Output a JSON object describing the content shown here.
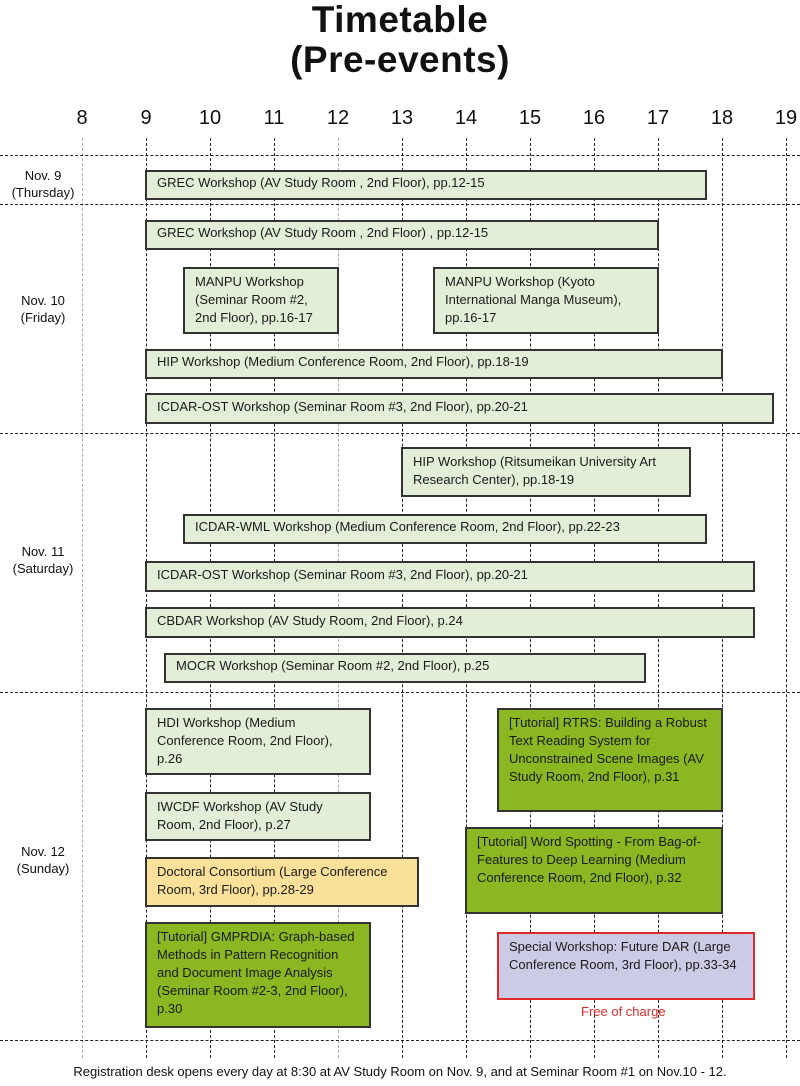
{
  "title": [
    "Timetable",
    "(Pre-events)"
  ],
  "chart_data": {
    "type": "gantt",
    "title": "Timetable (Pre-events)",
    "x_axis": {
      "ticks": [
        8,
        9,
        10,
        11,
        12,
        13,
        14,
        15,
        16,
        17,
        18,
        19
      ],
      "range": [
        8,
        19
      ],
      "unit": "hour"
    },
    "days": [
      {
        "label": [
          "Nov. 9",
          "(Thursday)"
        ]
      },
      {
        "label": [
          "Nov. 10",
          "(Friday)"
        ]
      },
      {
        "label": [
          "Nov. 11",
          "(Saturday)"
        ]
      },
      {
        "label": [
          "Nov. 12",
          "(Sunday)"
        ]
      }
    ],
    "events": [
      {
        "day": 0,
        "start": 9,
        "end": 17.75,
        "style": "light",
        "text": "GREC Workshop (AV Study Room , 2nd Floor), pp.12-15"
      },
      {
        "day": 1,
        "start": 9,
        "end": 17,
        "style": "light",
        "text": "GREC Workshop (AV Study Room , 2nd Floor) , pp.12-15"
      },
      {
        "day": 1,
        "start": 9.6,
        "end": 12,
        "style": "light",
        "text": "MANPU Workshop (Seminar Room #2, 2nd Floor), pp.16-17"
      },
      {
        "day": 1,
        "start": 13.5,
        "end": 17,
        "style": "light",
        "text": "MANPU Workshop (Kyoto International Manga Museum), pp.16-17"
      },
      {
        "day": 1,
        "start": 9,
        "end": 18,
        "style": "light",
        "text": "HIP Workshop (Medium Conference Room, 2nd Floor), pp.18-19"
      },
      {
        "day": 1,
        "start": 9,
        "end": 18.8,
        "style": "light",
        "text": "ICDAR-OST Workshop (Seminar Room #3, 2nd Floor), pp.20-21"
      },
      {
        "day": 2,
        "start": 13,
        "end": 17.5,
        "style": "light",
        "text": "HIP Workshop (Ritsumeikan University Art Research Center), pp.18-19"
      },
      {
        "day": 2,
        "start": 9.6,
        "end": 17.75,
        "style": "light",
        "text": "ICDAR-WML Workshop (Medium Conference Room, 2nd Floor), pp.22-23"
      },
      {
        "day": 2,
        "start": 9,
        "end": 18.5,
        "style": "light",
        "text": "ICDAR-OST Workshop (Seminar Room #3, 2nd Floor), pp.20-21"
      },
      {
        "day": 2,
        "start": 9,
        "end": 18.5,
        "style": "light",
        "text": "CBDAR Workshop (AV Study Room, 2nd Floor), p.24"
      },
      {
        "day": 2,
        "start": 9.3,
        "end": 16.8,
        "style": "light",
        "text": "MOCR Workshop (Seminar Room #2, 2nd Floor), p.25"
      },
      {
        "day": 3,
        "start": 9,
        "end": 12.5,
        "style": "light",
        "text": "HDI Workshop (Medium Conference Room, 2nd Floor), p.26"
      },
      {
        "day": 3,
        "start": 9,
        "end": 12.5,
        "style": "light",
        "text": "IWCDF Workshop (AV Study Room, 2nd Floor), p.27"
      },
      {
        "day": 3,
        "start": 9,
        "end": 13.25,
        "style": "orange",
        "text": "Doctoral Consortium (Large Conference Room, 3rd Floor), pp.28-29"
      },
      {
        "day": 3,
        "start": 9,
        "end": 12.5,
        "style": "green",
        "text": "[Tutorial] GMPRDIA: Graph-based Methods in Pattern Recognition and Document Image Analysis (Seminar Room #2-3, 2nd Floor), p.30"
      },
      {
        "day": 3,
        "start": 14.5,
        "end": 18,
        "style": "green",
        "text": "[Tutorial] RTRS: Building a Robust Text Reading System for Unconstrained Scene Images (AV Study Room, 2nd Floor), p.31"
      },
      {
        "day": 3,
        "start": 14,
        "end": 18,
        "style": "green",
        "text": "[Tutorial] Word Spotting - From Bag-of-Features to Deep Learning (Medium Conference Room, 2nd Floor), p.32"
      },
      {
        "day": 3,
        "start": 14.5,
        "end": 18.5,
        "style": "purple",
        "text": "Special Workshop: Future DAR (Large Conference Room, 3rd Floor), pp.33-34"
      }
    ],
    "annotations": [
      {
        "text": "Free of charge",
        "color": "#e02b2b",
        "attached_to": "Special Workshop: Future DAR"
      }
    ],
    "colors": {
      "light": "#e2eed7",
      "green": "#8ab722",
      "orange": "#fbe09a",
      "purple": "#cbcbe6",
      "special_border": "#e02b2b"
    }
  },
  "footer": "Registration desk opens every day at 8:30 at AV Study Room on Nov. 9, and at Seminar Room #1 on Nov.10  - 12."
}
